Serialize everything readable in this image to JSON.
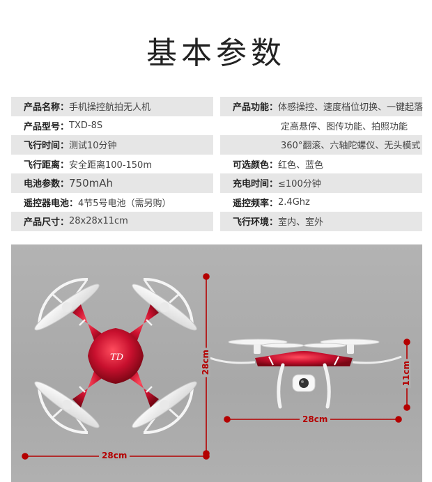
{
  "title": "基本参数",
  "specs_left": [
    {
      "label": "产品名称：",
      "value": "手机操控航拍无人机"
    },
    {
      "label": "产品型号：",
      "value": "TXD-8S"
    },
    {
      "label": "飞行时间：",
      "value": "测试10分钟"
    },
    {
      "label": "飞行距离：",
      "value": "安全距离100-150m"
    },
    {
      "label": "电池参数：",
      "value": "750mAh"
    },
    {
      "label": "遥控器电池：",
      "value": "4节5号电池（需另购）"
    },
    {
      "label": "产品尺寸：",
      "value": "28x28x11cm"
    }
  ],
  "specs_right": [
    {
      "label": "产品功能：",
      "value": "体感操控、速度档位切换、一键起落"
    },
    {
      "label": "",
      "value": "定高悬停、图传功能、拍照功能"
    },
    {
      "label": "",
      "value": "360°翻滚、六轴陀螺仪、无头模式"
    },
    {
      "label": "可选颜色：",
      "value": "红色、蓝色"
    },
    {
      "label": "充电时间：",
      "value": "≤100分钟"
    },
    {
      "label": "遥控频率：",
      "value": "2.4Ghz"
    },
    {
      "label": "飞行环境：",
      "value": "室内、室外"
    }
  ],
  "dimensions": {
    "top_view_width": "28cm",
    "top_view_depth": "28cm",
    "side_view_width": "28cm",
    "side_view_height": "11cm"
  },
  "colors": {
    "drone_red": "#c8102e",
    "dimension_red": "#b40000",
    "row_shade": "#e6e6e6"
  }
}
